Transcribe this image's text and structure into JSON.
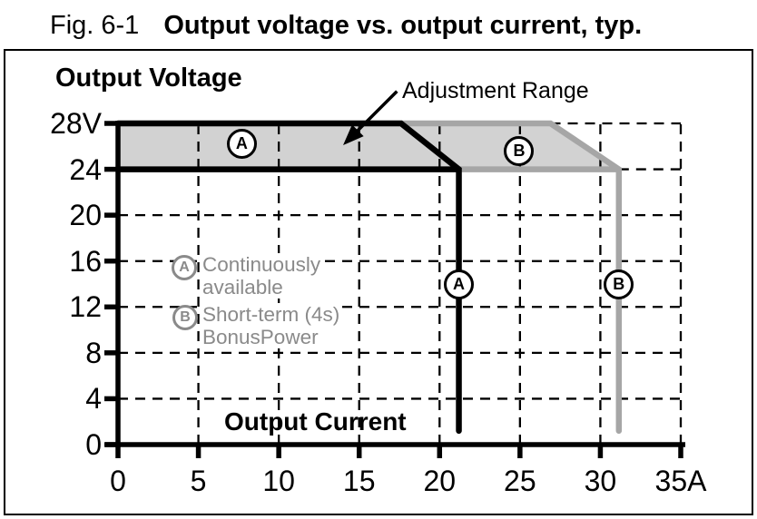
{
  "title_bar": {
    "fig_label": "Fig. 6-1",
    "title": "Output voltage vs. output current, typ."
  },
  "chart_data": {
    "type": "line",
    "title": "Output voltage vs. output current, typ.",
    "xlabel": "Output Current",
    "ylabel": "Output Voltage",
    "x_unit": "A",
    "y_unit": "V",
    "xlim": [
      0,
      35
    ],
    "ylim": [
      0,
      28
    ],
    "x_ticks": [
      0,
      5,
      10,
      15,
      20,
      25,
      30,
      35
    ],
    "x_tick_labels": [
      "0",
      "5",
      "10",
      "15",
      "20",
      "25",
      "30",
      "35A"
    ],
    "y_ticks": [
      0,
      4,
      8,
      12,
      16,
      20,
      24,
      28
    ],
    "y_tick_labels": [
      "0",
      "4",
      "8",
      "12",
      "16",
      "20",
      "24",
      "28V"
    ],
    "grid": {
      "style": "dashed",
      "color": "#000000",
      "x_values": [
        5,
        10,
        15,
        20,
        25,
        30,
        35
      ],
      "y_values": [
        4,
        8,
        12,
        16,
        20
      ],
      "partial_y": [
        {
          "y": 24,
          "x_from": 31.15,
          "x_to": 35
        },
        {
          "y": 28,
          "x_from": 26.9,
          "x_to": 35
        }
      ]
    },
    "band": {
      "name": "adjustment-range-band",
      "fill": "#d2d2d2",
      "points": [
        [
          0,
          28
        ],
        [
          26.9,
          28
        ],
        [
          31.15,
          24
        ],
        [
          0,
          24
        ]
      ]
    },
    "series": [
      {
        "id": "A",
        "name": "Continuously available",
        "color": "#000000",
        "outline": [
          [
            0,
            28
          ],
          [
            17.6,
            28
          ],
          [
            21.2,
            24
          ],
          [
            21.2,
            1.2
          ]
        ],
        "base": [
          [
            0,
            24
          ],
          [
            21.2,
            24
          ]
        ]
      },
      {
        "id": "B",
        "name": "Short-term (4s) BonusPower",
        "color": "#a6a6a6",
        "outline": [
          [
            0,
            28
          ],
          [
            26.9,
            28
          ],
          [
            31.15,
            24
          ],
          [
            31.15,
            1.2
          ]
        ],
        "base": [
          [
            21.2,
            24
          ],
          [
            31.15,
            24
          ]
        ]
      }
    ],
    "markers": [
      {
        "label": "A",
        "loc": "band",
        "x": 7.7,
        "y": 26.2
      },
      {
        "label": "B",
        "loc": "band",
        "x": 24.95,
        "y": 25.6
      },
      {
        "label": "A",
        "loc": "curve",
        "x": 21.2,
        "y": 14
      },
      {
        "label": "B",
        "loc": "curve",
        "x": 31.15,
        "y": 14
      }
    ],
    "annotation": {
      "text": "Adjustment Range",
      "arrow_from": [
        17.35,
        30.8
      ],
      "arrow_to": [
        14.0,
        26.1
      ]
    }
  },
  "legend": {
    "color": "#8a8a8a",
    "items": [
      {
        "marker": "A",
        "line1": "Continuously",
        "line2": "available"
      },
      {
        "marker": "B",
        "line1": "Short-term (4s)",
        "line2": "BonusPower"
      }
    ]
  }
}
